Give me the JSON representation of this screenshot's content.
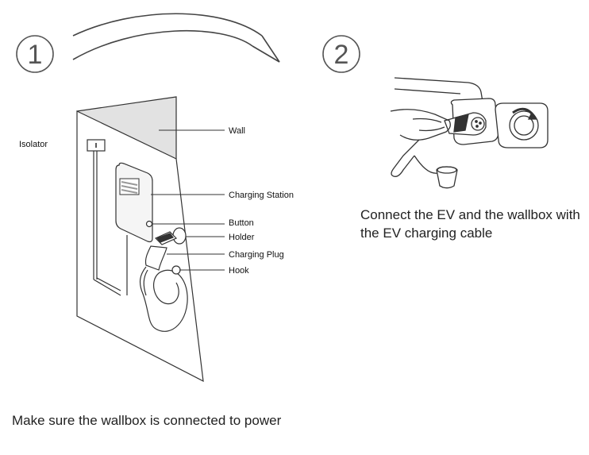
{
  "steps": [
    {
      "number": "1",
      "caption": "Make sure the wallbox is connected to power"
    },
    {
      "number": "2",
      "caption": "Connect the EV and the wallbox with the EV charging cable"
    }
  ],
  "labels": {
    "isolator": "Isolator",
    "wall": "Wall",
    "charging_station": "Charging Station",
    "button": "Button",
    "holder": "Holder",
    "charging_plug": "Charging Plug",
    "hook": "Hook"
  },
  "colors": {
    "line": "#333333",
    "step_circle": "#555555",
    "wall_shade": "#e2e2e2"
  }
}
